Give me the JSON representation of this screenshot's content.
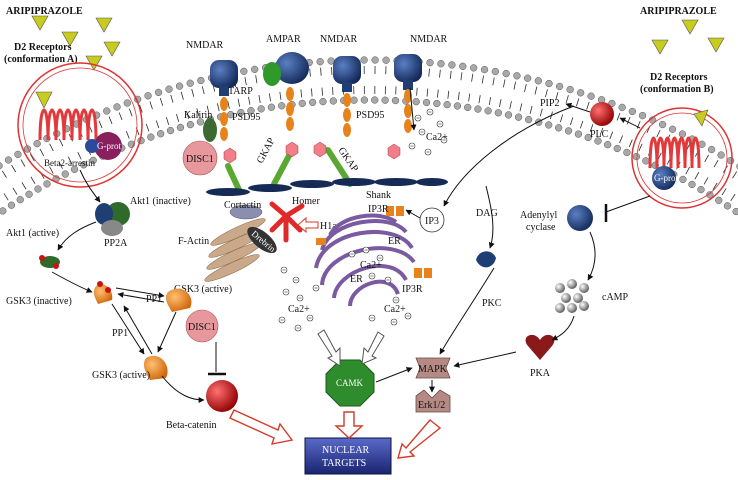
{
  "labels": {
    "aripiprazole_left": "ARIPIPRAZOLE",
    "aripiprazole_right": "ARIPIPRAZOLE",
    "d2_receptors_a_line1": "D2 Receptors",
    "d2_receptors_a_line2": "(conformation A)",
    "d2_receptors_b_line1": "D2 Receptors",
    "d2_receptors_b_line2": "(conformation B)",
    "nmdar_1": "NMDAR",
    "ampar": "AMPAR",
    "nmdar_2": "NMDAR",
    "nmdar_3": "NMDAR",
    "tarp": "TARP",
    "kalirin": "Kalirin",
    "psd95_1": "PSD95",
    "psd95_2": "PSD95",
    "disc1_top": "DISC1",
    "g_prot_left": "G-prot",
    "g_prot_right": "G-prot",
    "beta2_arrestin": "Beta2-arrestin",
    "akt1_inactive": "Akt1 (inactive)",
    "pp2a": "PP2A",
    "akt1_active": "Akt1 (active)",
    "gsk3_inactive": "GSK3 (inactive)",
    "pp1_upper": "PP1",
    "gsk3_active_1": "GSK3 (active)",
    "disc1_mid": "DISC1",
    "pp1_lower": "PP1",
    "gsk3_active_2": "GSK3 (active)",
    "beta_catenin": "Beta-catenin",
    "gkap_1": "GKAP",
    "gkap_2": "GKAP",
    "shank": "Shank",
    "cortactin": "Cortactin",
    "homer": "Homer",
    "h1a": "H1a",
    "f_actin": "F-Actin",
    "drebrin": "Drebrin",
    "ip3r_upper": "IP3R",
    "ip3r_lower": "IP3R",
    "er_1": "ER",
    "er_2": "ER",
    "ca2_membrane": "Ca2+",
    "ca2_er_center": "Ca2+",
    "ca2_left": "Ca2+",
    "ca2_right": "Ca2+",
    "pip2": "PIP2",
    "plc": "PLC",
    "ip3": "IP3",
    "dag": "DAG",
    "pkc": "PKC",
    "adenylyl_cyclase_line1": "Adenylyl",
    "adenylyl_cyclase_line2": "cyclase",
    "camp": "cAMP",
    "pka": "PKA",
    "camk": "CAMK",
    "mapk": "MAPK",
    "erk12": "Erk1/2",
    "nuclear_targets_line1": "NUCLEAR",
    "nuclear_targets_line2": "TARGETS"
  },
  "colors": {
    "membrane_bead": "#9a9a9a",
    "membrane_tail": "#2b2b2b",
    "drug": "#c7cc1e",
    "receptor": "#e23a3a",
    "nmdar": "#1f3e74",
    "psd95": "#e8821a",
    "gkap": "#5aa832",
    "shank": "#152a55",
    "disc1": "#e8989c",
    "er": "#7a5aa0",
    "camk": "#2f8c2c",
    "mapk": "#b58a84",
    "nuclear": "#2b3a8c",
    "gsk3": "#ef8a1e",
    "beta_catenin": "#cc1111",
    "hollow_arrow": "#d43a2a"
  }
}
